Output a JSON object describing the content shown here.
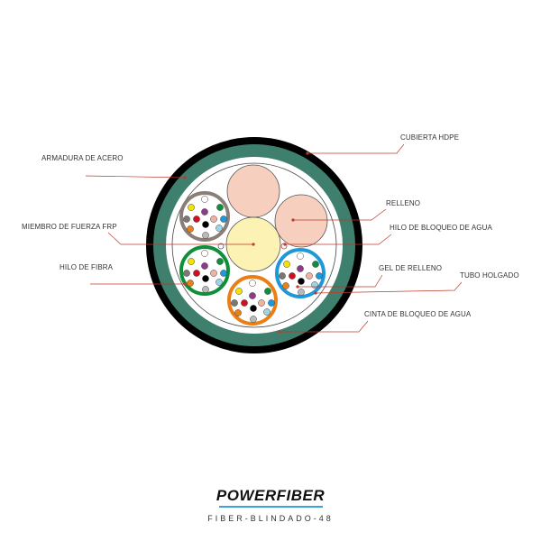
{
  "labels": {
    "cubierta": "CUBIERTA HDPE",
    "armadura": "ARMADURA DE ACERO",
    "relleno": "RELLENO",
    "miembro": "MIEMBRO DE FUERZA FRP",
    "hilo_bloqueo": "HILO DE BLOQUEO DE AGUA",
    "hilo_fibra": "HILO DE FIBRA",
    "gel": "GEL DE RELLENO",
    "tubo": "TUBO HOLGADO",
    "cinta": "CINTA DE BLOQUEO DE AGUA"
  },
  "brand": "POWERFIBER",
  "subtitle": "FIBER-BLINDADO-48",
  "colors": {
    "jacket": "#000000",
    "armor": "#3f7f6e",
    "filler": "#f6cfbf",
    "frp": "#fbf2b3",
    "leader": "#c0392b",
    "accent": "#3aa3dc"
  },
  "tubes": [
    {
      "name": "tube-grey",
      "color": "#8a7f78"
    },
    {
      "name": "tube-green",
      "color": "#0f8f3a"
    },
    {
      "name": "tube-orange",
      "color": "#ea7f16"
    },
    {
      "name": "tube-blue",
      "color": "#1e98d8"
    }
  ],
  "fiber_colors": [
    "#ffffff",
    "#f4e300",
    "#0f8f3a",
    "#8e3a8a",
    "#7d7772",
    "#d20f1f",
    "#eeb3a3",
    "#1e98d8",
    "#ea7f16",
    "#000000",
    "#9fd3e6",
    "#b9b9b9"
  ]
}
